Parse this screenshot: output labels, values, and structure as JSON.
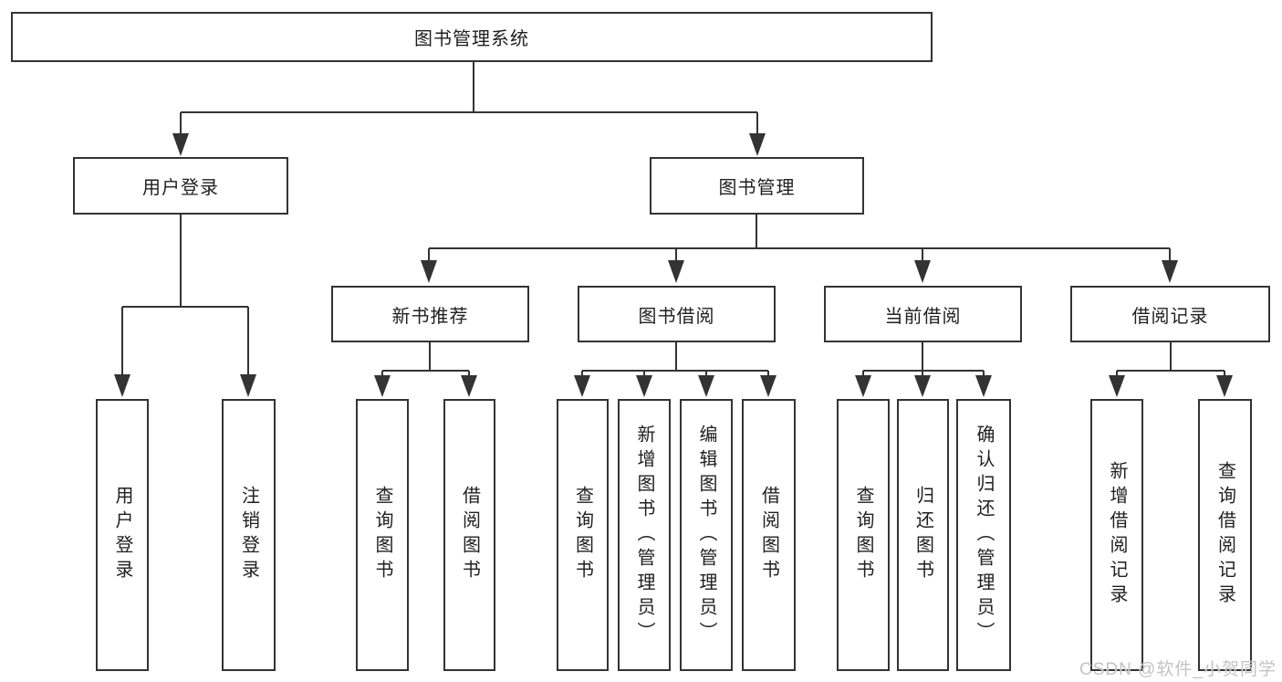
{
  "watermark": "CSDN @软件_小贺同学",
  "colors": {
    "line": "#333333",
    "box_border": "#333333",
    "text": "#1f1f1f",
    "background": "#ffffff",
    "watermark": "#c3c3c3"
  },
  "diagram": {
    "root": {
      "label": "图书管理系统"
    },
    "branches": [
      {
        "label": "用户登录",
        "children": [
          {
            "label": "用户登录"
          },
          {
            "label": "注销登录"
          }
        ]
      },
      {
        "label": "图书管理",
        "children": [
          {
            "label": "新书推荐",
            "children": [
              {
                "label": "查询图书"
              },
              {
                "label": "借阅图书"
              }
            ]
          },
          {
            "label": "图书借阅",
            "children": [
              {
                "label": "查询图书"
              },
              {
                "label": "新增图书（管理员）"
              },
              {
                "label": "编辑图书（管理员）"
              },
              {
                "label": "借阅图书"
              }
            ]
          },
          {
            "label": "当前借阅",
            "children": [
              {
                "label": "查询图书"
              },
              {
                "label": "归还图书"
              },
              {
                "label": "确认归还（管理员）"
              }
            ]
          },
          {
            "label": "借阅记录",
            "children": [
              {
                "label": "新增借阅记录"
              },
              {
                "label": "查询借阅记录"
              }
            ]
          }
        ]
      }
    ]
  }
}
